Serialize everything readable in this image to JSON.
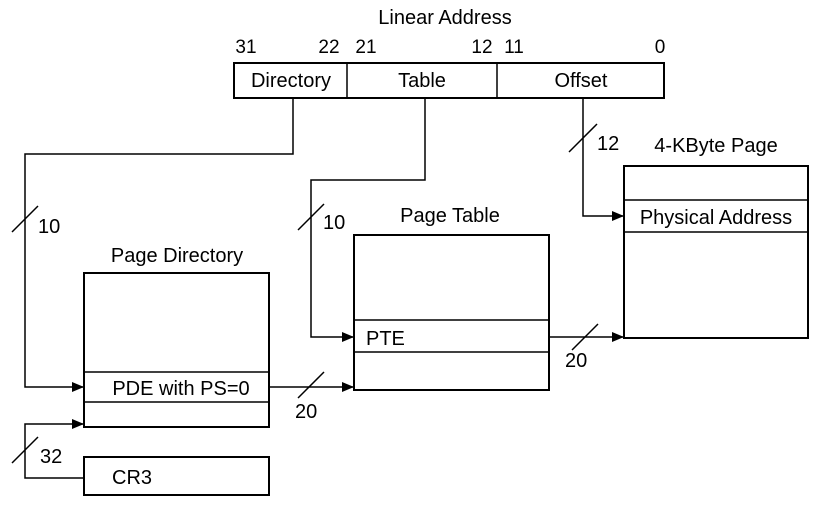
{
  "linear_address": {
    "title": "Linear Address",
    "bits": {
      "b31": "31",
      "b22": "22",
      "b21": "21",
      "b12": "12",
      "b11": "11",
      "b0": "0"
    },
    "fields": {
      "directory": "Directory",
      "table": "Table",
      "offset": "Offset"
    }
  },
  "page_directory": {
    "title": "Page Directory",
    "entry": "PDE with PS=0"
  },
  "page_table": {
    "title": "Page Table",
    "entry": "PTE"
  },
  "page": {
    "title": "4-KByte Page",
    "entry": "Physical Address"
  },
  "cr3": {
    "label": "CR3"
  },
  "widths": {
    "directory_index": "10",
    "table_index": "10",
    "offset": "12",
    "cr3_to_directory": "32",
    "pde_to_table": "20",
    "pte_to_page": "20"
  },
  "colors": {
    "line": "#000000",
    "background": "#ffffff"
  }
}
